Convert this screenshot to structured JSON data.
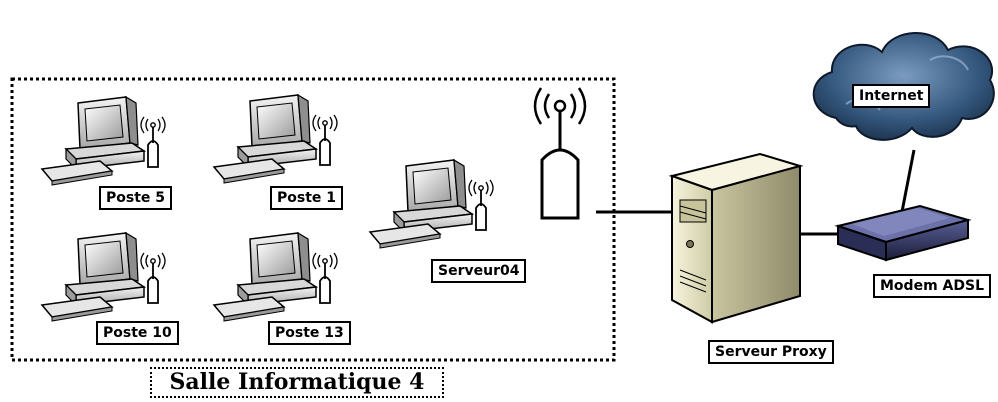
{
  "room": {
    "title": "Salle Informatique 4"
  },
  "workstations": [
    {
      "id": "poste5",
      "label": "Poste 5"
    },
    {
      "id": "poste1",
      "label": "Poste 1"
    },
    {
      "id": "poste10",
      "label": "Poste 10"
    },
    {
      "id": "poste13",
      "label": "Poste 13"
    },
    {
      "id": "serveur04",
      "label": "Serveur04"
    }
  ],
  "proxy": {
    "label": "Serveur Proxy"
  },
  "modem": {
    "label": "Modem ADSL"
  },
  "internet": {
    "label": "Internet"
  },
  "colors": {
    "cloud_dark": "#1f3550",
    "cloud_light": "#6a8fb4",
    "tower": "#e9e6c9",
    "modem": "#2b2f5a",
    "line": "#000000"
  }
}
